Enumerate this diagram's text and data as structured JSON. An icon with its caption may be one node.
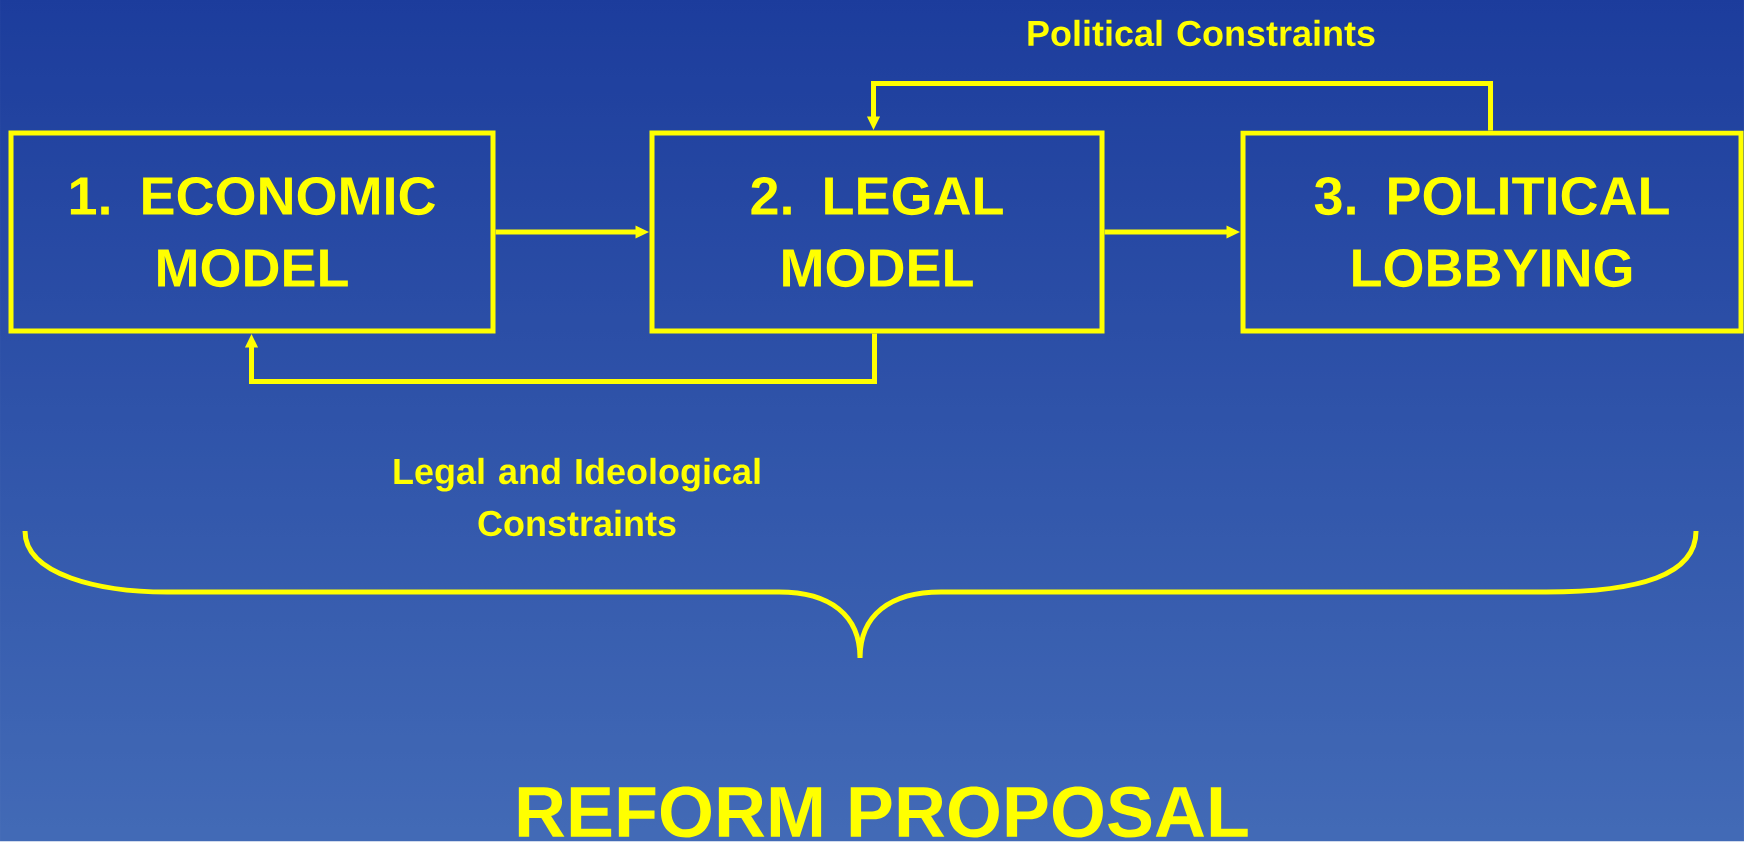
{
  "diagram": {
    "nodes": [
      {
        "text": [
          "1. ECONOMIC MODEL"
        ]
      },
      {
        "text": [
          "2. LEGAL MODEL"
        ]
      },
      {
        "text": [
          "3. POLITICAL LOBBYING"
        ]
      }
    ],
    "edges": [
      {
        "from": 0,
        "to": 1,
        "arrow": "to"
      },
      {
        "from": 1,
        "to": 2,
        "arrow": "to"
      },
      {
        "from": 2,
        "to": 1,
        "arrow": "to",
        "label": "Political Constraints"
      },
      {
        "from": 1,
        "to": 0,
        "arrow": "to",
        "label": "Legal and Ideological Constraints"
      }
    ],
    "labels": [
      "REFORM PROPOSAL"
    ]
  }
}
